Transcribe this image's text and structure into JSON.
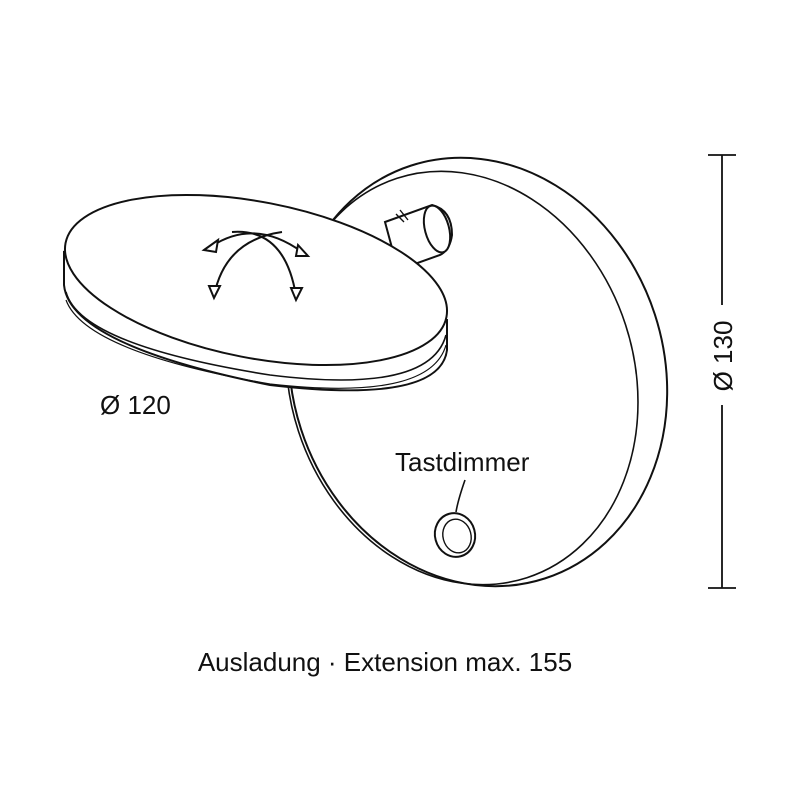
{
  "labels": {
    "front_diameter": "Ø 120",
    "back_diameter": "Ø 130",
    "dimmer": "Tastdimmer",
    "extension": "Ausladung · Extension max. 155"
  },
  "colors": {
    "line": "#111111",
    "background": "#ffffff"
  },
  "icons": [
    "rotation-arrows-icon",
    "dimmer-button-icon"
  ]
}
